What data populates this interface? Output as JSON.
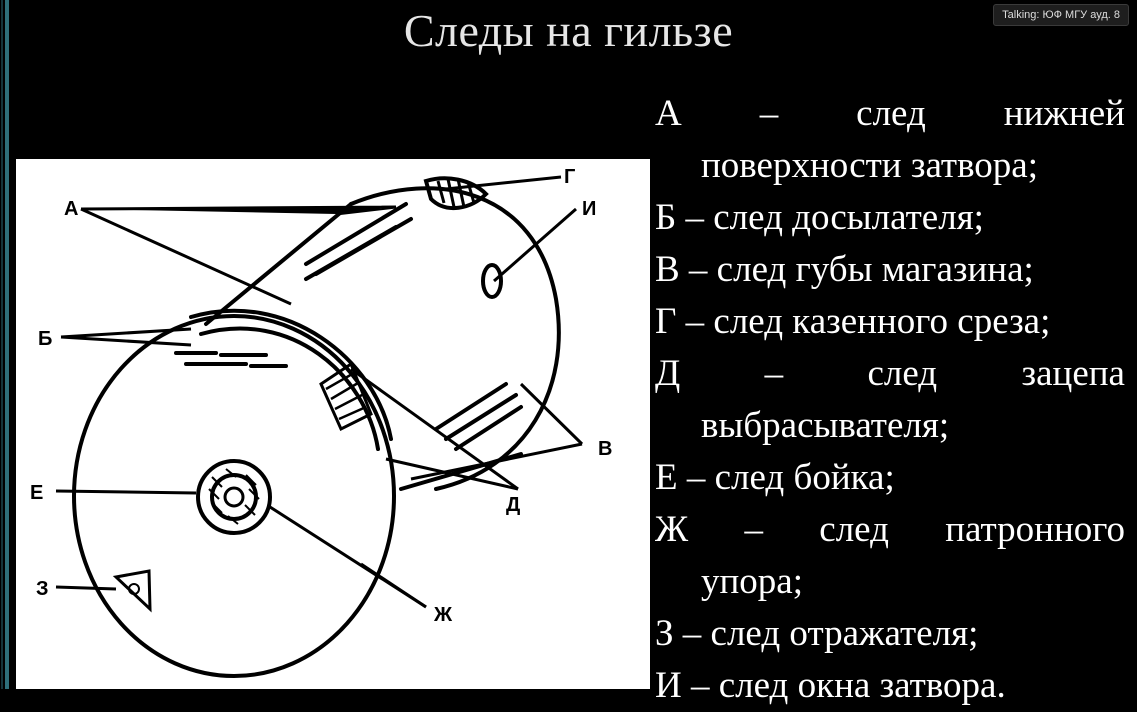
{
  "slide": {
    "title": "Следы на гильзе",
    "badge": "Talking: ЮФ МГУ ауд. 8"
  },
  "figure": {
    "labels": {
      "A": "А",
      "B": "Б",
      "G": "Г",
      "I": "И",
      "V": "В",
      "D": "Д",
      "E": "Е",
      "Z": "З",
      "Zh": "Ж"
    }
  },
  "legend": {
    "a_letter": "А",
    "a_dash": "–",
    "a_word1": "след",
    "a_word2": "нижней",
    "a_cont": "поверхности затвора;",
    "b": "Б –  след досылателя;",
    "v": "В – след губы магазина;",
    "g": "Г – след казенного среза;",
    "d_letter": "Д",
    "d_dash": "–",
    "d_word1": "след",
    "d_word2": "зацепа",
    "d_cont": "выбрасывателя;",
    "e": "Е –  след бойка;",
    "zh_letter": "Ж",
    "zh_dash": "–",
    "zh_word1": "след",
    "zh_word2": "патронного",
    "zh_cont": "упора;",
    "z": "З – след отражателя;",
    "i": "И –  след окна затвора."
  }
}
